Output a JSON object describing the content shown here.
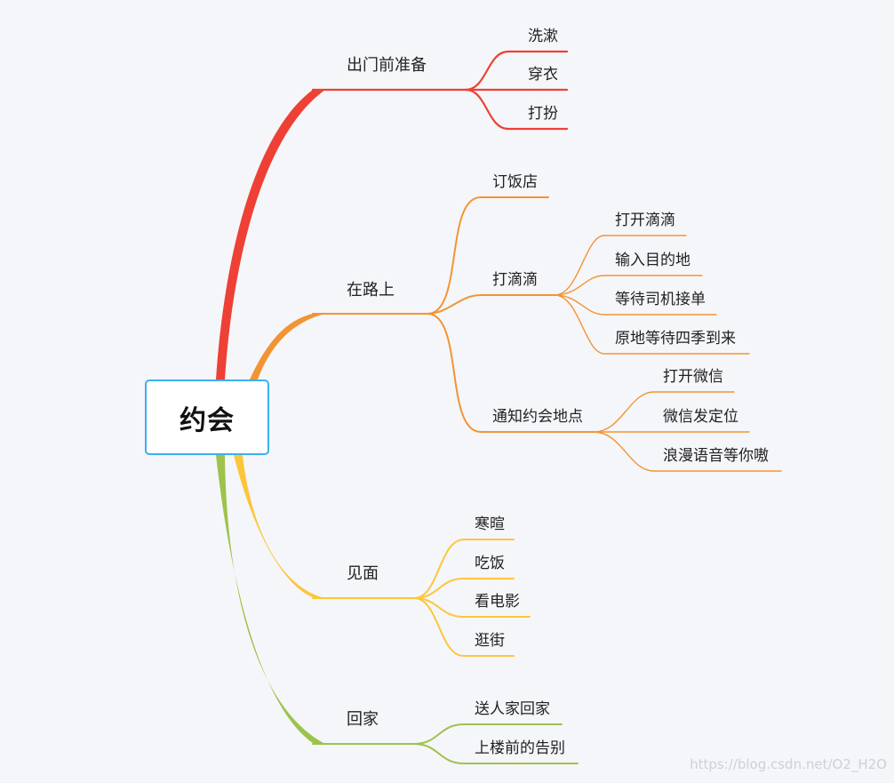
{
  "root": {
    "label": "约会"
  },
  "colors": {
    "root_border": "#3bb0ee",
    "branch_1": "#ee4035",
    "branch_2": "#f39433",
    "branch_3": "#fdc63a",
    "branch_4": "#9dc34a"
  },
  "branches": [
    {
      "label": "出门前准备",
      "children": [
        {
          "label": "洗漱"
        },
        {
          "label": "穿衣"
        },
        {
          "label": "打扮"
        }
      ]
    },
    {
      "label": "在路上",
      "children": [
        {
          "label": "订饭店"
        },
        {
          "label": "打滴滴",
          "children": [
            {
              "label": "打开滴滴"
            },
            {
              "label": "输入目的地"
            },
            {
              "label": "等待司机接单"
            },
            {
              "label": "原地等待四季到来"
            }
          ]
        },
        {
          "label": "通知约会地点",
          "children": [
            {
              "label": "打开微信"
            },
            {
              "label": "微信发定位"
            },
            {
              "label": "浪漫语音等你嗷"
            }
          ]
        }
      ]
    },
    {
      "label": "见面",
      "children": [
        {
          "label": "寒暄"
        },
        {
          "label": "吃饭"
        },
        {
          "label": "看电影"
        },
        {
          "label": "逛街"
        }
      ]
    },
    {
      "label": "回家",
      "children": [
        {
          "label": "送人家回家"
        },
        {
          "label": "上楼前的告别"
        }
      ]
    }
  ],
  "watermark": "https://blog.csdn.net/O2_H2O"
}
